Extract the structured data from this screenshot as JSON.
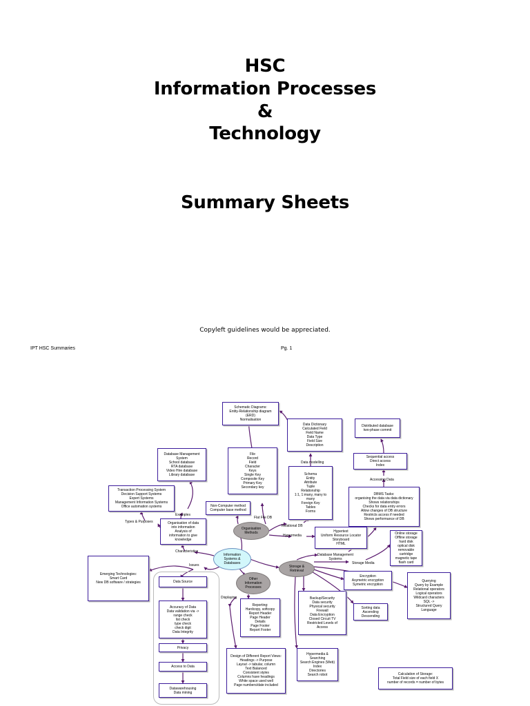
{
  "cover": {
    "title_lines": [
      "HSC",
      "Information Processes",
      "&",
      "Technology"
    ],
    "subtitle": "Summary Sheets",
    "copyleft": "Copyleft guidelines would be appreciated."
  },
  "header": {
    "left": "IPT HSC Summaries",
    "right": "Pg. 1"
  },
  "mindmap": {
    "center": "Information\nSystems &\nDatabases",
    "hubs": {
      "org_methods": "Organisation\nMethods",
      "storage": "Storage &\nRetrieval",
      "other_processes": "Other\nInformation\nProcesses"
    },
    "boxes": {
      "schematic": "Schematic Diagrams:\nEntity-Relationship diagram\n(ERD)\nNormalisation",
      "data_dictionary": "Data Dictionary\nCalculated Field\nField Name\nData Type\nField Size\nDescription",
      "distributed": "Distributed database\ntwo-phase commit",
      "sequential": "Sequential access\nDirect access\nIndex",
      "dbms_types": "Database Management\nSystem\nSchool database\nRTA database\nVideo Hire database\nLibrary database",
      "flat_file": "File\nRecord\nField\nCharacter\nKeys\nSingle Key\nComposite Key\nPrimary Key\nSecondary key",
      "schema": "Schema\nEntity\nAttribute\nTuple\nRelationship\n1:1, 1:many, many to\nmany\nForeign Key\nTables\nForms",
      "dbms_tasks": "DBMS Tasks:\norganising the data via data dictionary\nShows relationships\nChecks for data entry errors\nAllow changes of DB structure\nRestricts access if needed\nShows performance of DB",
      "types_systems": "Transaction Processing System\nDecision Support Systems\nExpert Systems\nManagement Information Systems\nOffice automation systems",
      "non_computer": "Non-Computer method\nComputer base method",
      "organisation_info": "Organisation of data\ninto information\nAnalysis of\ninformation to give\nknowledge",
      "hypertext": "Hypertext\nUniform Resource Locator\nStoryboard\nHTML",
      "online_storage": "Online storage\nOffline storage\nhard disk\noptical disk\nremovable cartridge\nmagnetic tape\nflash card",
      "emerging": "Emerging Technologies:\nSmart Card\nNew DB software / strategies",
      "data_source": "Data Source",
      "accuracy": "Accuracy of Data\nData validation via ->\nrange check\nlist check\ntype check\ncheck digit\nData Integrity",
      "privacy": "Privacy",
      "access_data": "Access to Data",
      "warehousing": "Datawarehousing\nData mining",
      "reporting": "Reporting:\nHardcopy, softcopy\nReport Header\nPage Header\nDetails\nPage Footer\nReport Footer",
      "design_reports": "Design of Different Report Views:\nHeadings -> Purpose\nLayout -> tabular, column\nText Balanced\nConsistent styles\nColumns have headings\nWhite space used well\nPage numbers/date included",
      "backup": "Backup/Security\nData security\nPhysical security\nFirewall\nData Encryption\nClosed Circuit TV\nRestricted Levels of\nAccess",
      "encryption": "Encryption\nAsymetric encryption\nSymetric encryption",
      "querying": "Querying\nQuery by Example\nRelational operators\nLogical operators\nWildcard characters\nSQL ->\nStructured Query\nLanguage",
      "sorting": "Sorting data\nAscending\nDescending",
      "hypermedia_search": "Hypermedia &\nSearching\nSearch Engines (Web)\nIndex\nDirectories\nSearch robot",
      "calc_storage": "Calculation of Storage:\nTotal Field size of each field X\nnumber of records = number of bytes"
    },
    "labels": {
      "data_modelling": "Data modelling",
      "accessing_data": "Accessing Data",
      "examples": "Examples",
      "types_purposes": "Types & Purposes",
      "flat_file_db": "Flat File DB",
      "relational_db": "Relational DB",
      "hypermedia": "Hypermedia",
      "characteristics": "Characteristics",
      "issues": "Issues",
      "dbms_systems": "Database Management\nSystems",
      "storage_media": "Storage Media",
      "displaying": "Displaying"
    },
    "colors": {
      "line": "#5a1a6e",
      "box_border": "#3a1a9a",
      "center_fill": "#d2f7fb",
      "hub_fill": "#a9a4a4"
    }
  }
}
